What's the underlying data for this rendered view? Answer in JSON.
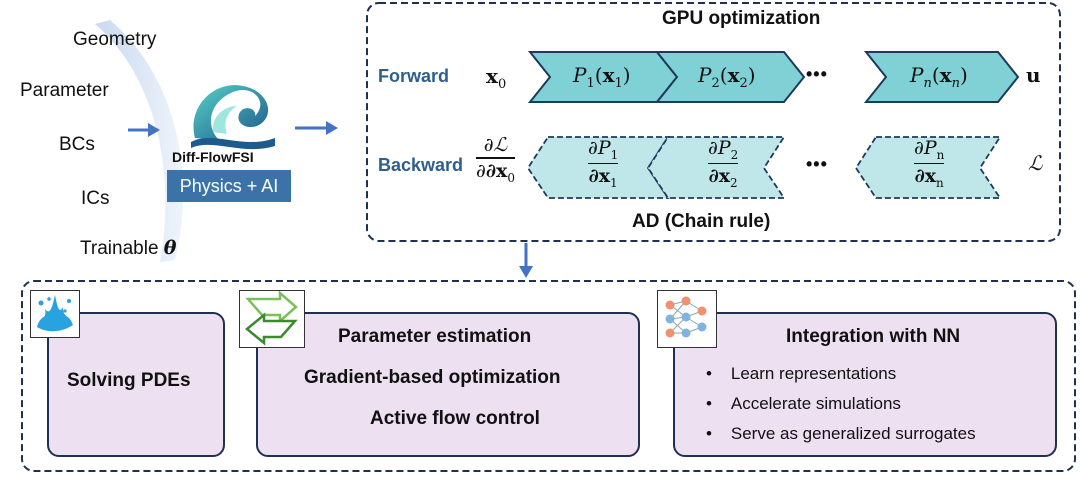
{
  "inputs": {
    "items": [
      "Geometry",
      "Parameter",
      "BCs",
      "ICs",
      "Trainable"
    ],
    "theta_symbol": "θ"
  },
  "logo": {
    "name": "Diff-FlowFSI",
    "tagline": "Physics + AI"
  },
  "gpu": {
    "title": "GPU optimization",
    "forward_label": "Forward",
    "backward_label": "Backward",
    "ad_label": "AD (Chain rule)",
    "x0": "x",
    "x0_sub": "0",
    "output": "u",
    "ellipsis": "• • •",
    "loss": "ℒ",
    "forward_blocks": [
      {
        "p": "P",
        "sub": "1",
        "arg": "x",
        "arg_sub": "1"
      },
      {
        "p": "P",
        "sub": "2",
        "arg": "x",
        "arg_sub": "2"
      },
      {
        "p": "P",
        "sub": "n",
        "arg": "x",
        "arg_sub": "n"
      }
    ],
    "backward_blocks": [
      {
        "num": "∂P",
        "num_sub": "1",
        "den": "∂x",
        "den_sub": "1"
      },
      {
        "num": "∂P",
        "num_sub": "2",
        "den": "∂x",
        "den_sub": "2"
      },
      {
        "num": "∂P",
        "num_sub": "n",
        "den": "∂x",
        "den_sub": "n"
      }
    ],
    "grad_num": "∂ℒ",
    "grad_den": "∂x",
    "grad_den_sub": "0"
  },
  "applications": {
    "card1": {
      "title": "Solving PDEs"
    },
    "card2": {
      "lines": [
        "Parameter estimation",
        "Gradient-based optimization",
        "Active flow control"
      ]
    },
    "card3": {
      "title": "Integration with NN",
      "bullets": [
        "Learn representations",
        "Accelerate simulations",
        "Serve as generalized surrogates"
      ]
    }
  },
  "colors": {
    "chevron_fill": "#7fd1d6",
    "chevron_stroke": "#1d3a5c",
    "dash_border": "#1f3050",
    "arrow": "#4472c4",
    "label_blue": "#2e5f8c",
    "card_fill": "#ede0f0",
    "logo_box": "#3b73a8"
  }
}
